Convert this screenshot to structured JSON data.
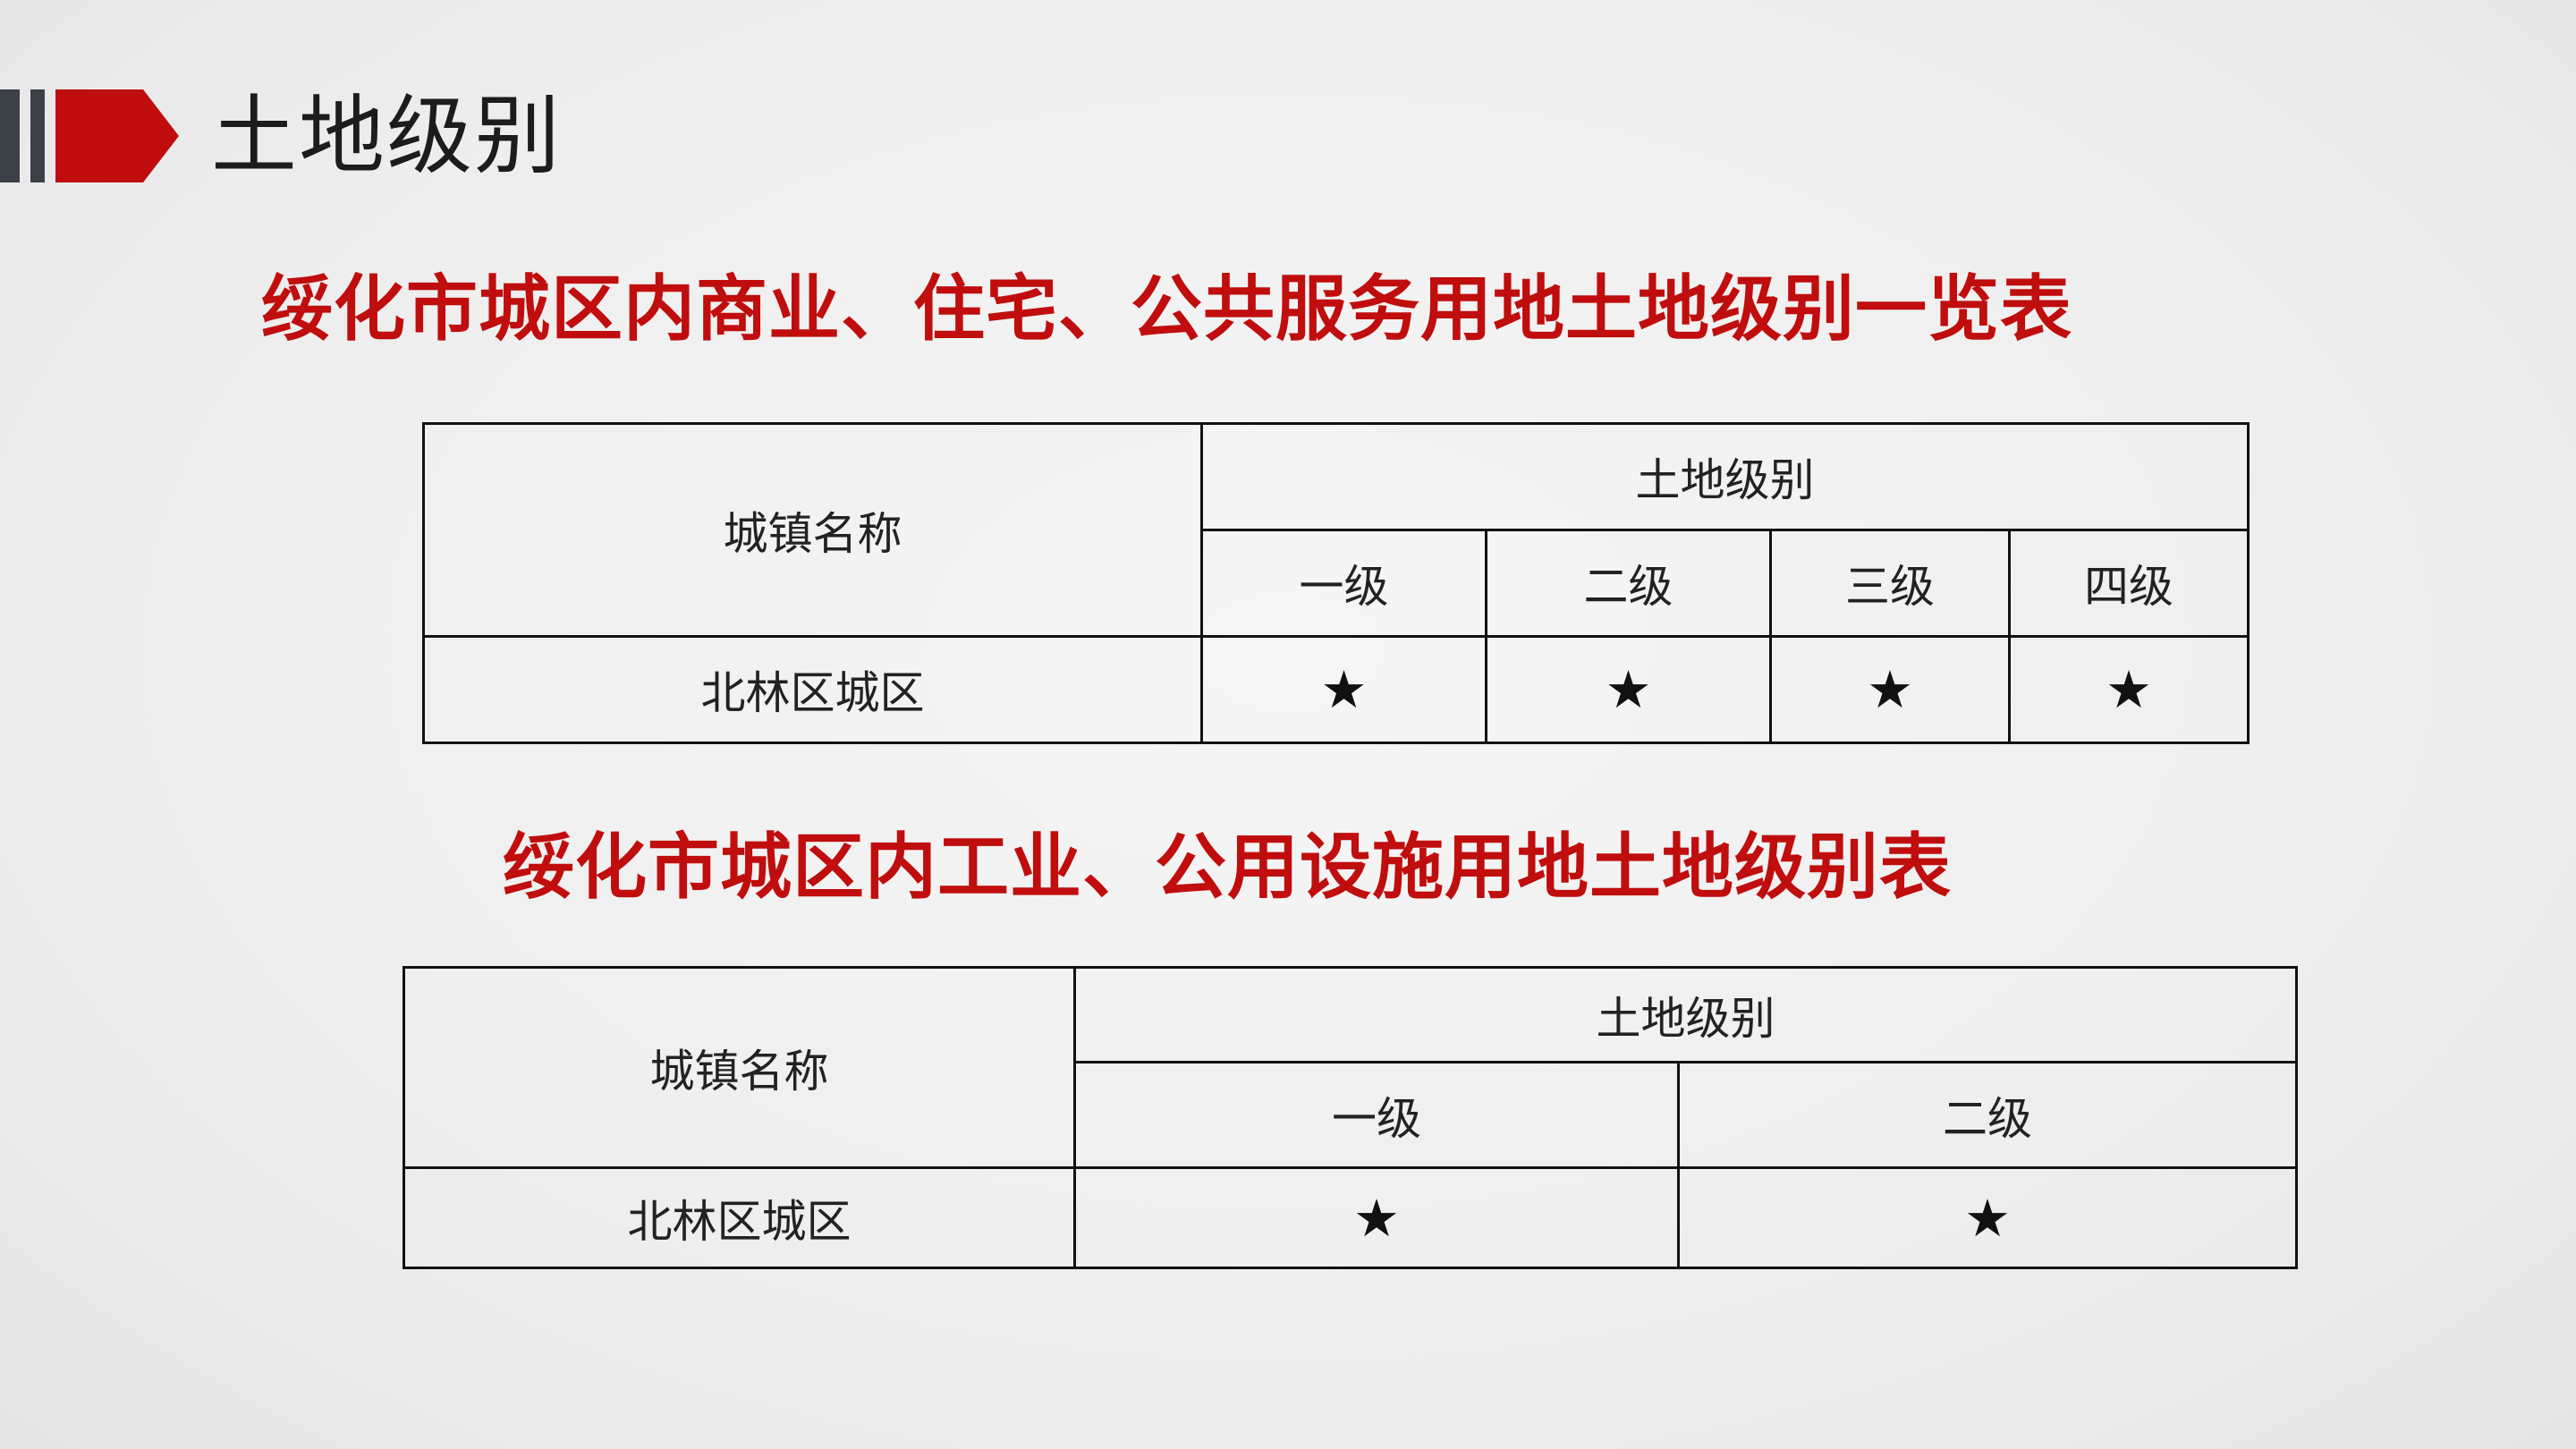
{
  "page_title": "土地级别",
  "section1": {
    "title": "绥化市城区内商业、住宅、公共服务用地土地级别一览表",
    "table": {
      "town_header": "城镇名称",
      "grade_header": "土地级别",
      "grades": [
        "一级",
        "二级",
        "三级",
        "四级"
      ],
      "rows": [
        {
          "town": "北林区城区",
          "marks": [
            "★",
            "★",
            "★",
            "★"
          ]
        }
      ]
    }
  },
  "section2": {
    "title": "绥化市城区内工业、公用设施用地土地级别表",
    "table": {
      "town_header": "城镇名称",
      "grade_header": "土地级别",
      "grades": [
        "一级",
        "二级"
      ],
      "rows": [
        {
          "town": "北林区城区",
          "marks": [
            "★",
            "★"
          ]
        }
      ]
    }
  },
  "colors": {
    "accent_red": "#c00d0d",
    "deco_gray": "#3c4148"
  },
  "icons": {
    "header": "arrow-banner-icon",
    "mark": "star-icon"
  }
}
